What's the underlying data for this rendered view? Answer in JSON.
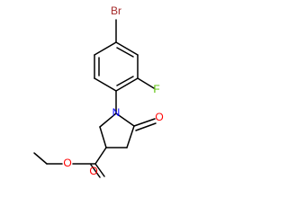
{
  "molecule": {
    "atoms": {
      "bromine": "Br",
      "fluorine": "F",
      "ring_nitrogen": "N",
      "carbonyl_oxygen_lactam": "O",
      "carbonyl_oxygen_ester": "O",
      "ester_oxygen": "O"
    },
    "colors": {
      "bromine": "#a52a2a",
      "fluorine": "#55c000",
      "nitrogen": "#0000ff",
      "oxygen": "#ff0000",
      "bond": "#000000"
    }
  }
}
